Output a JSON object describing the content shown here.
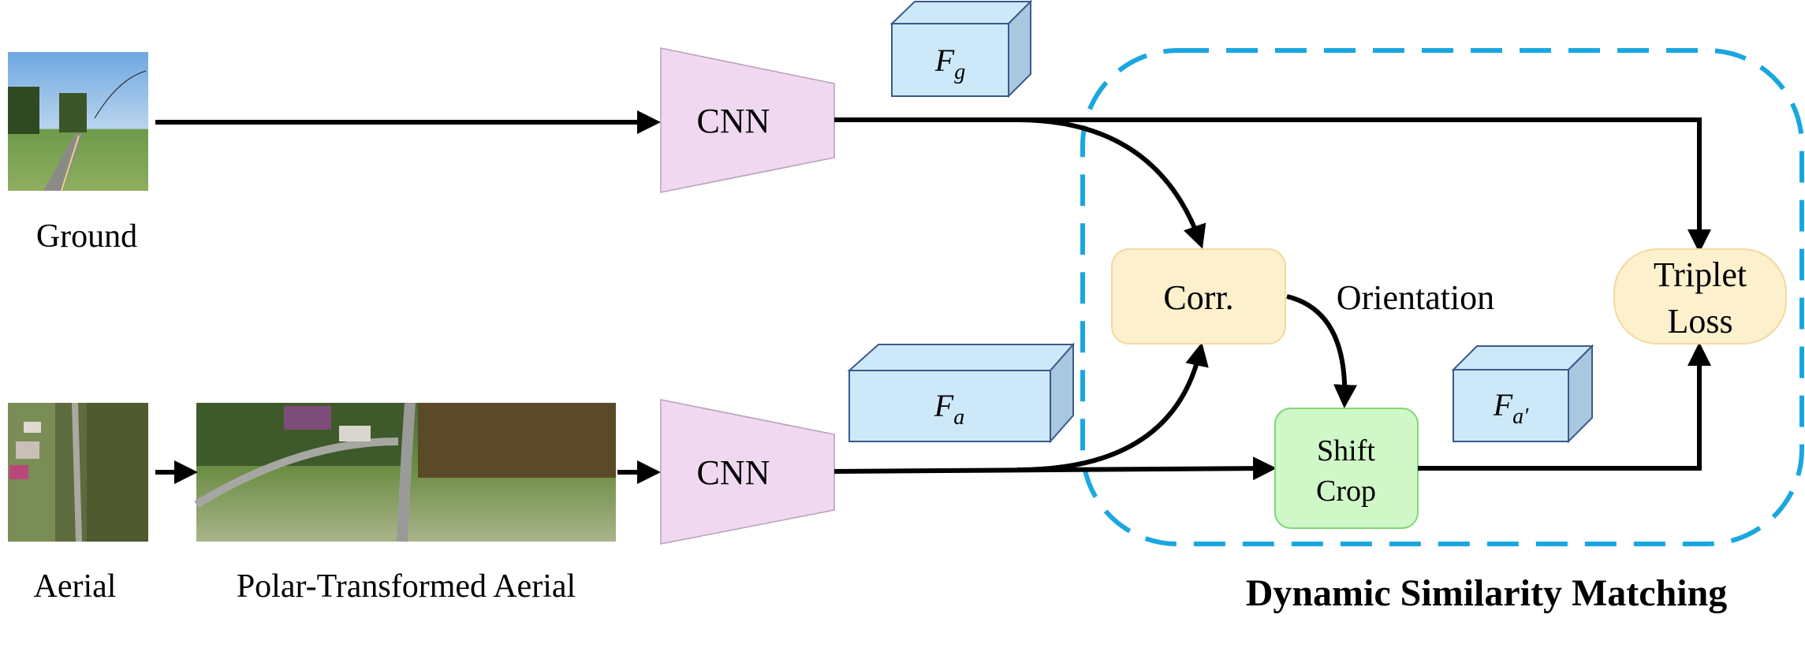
{
  "inputs": {
    "ground_label": "Ground",
    "aerial_label": "Aerial",
    "polar_label": "Polar-Transformed Aerial"
  },
  "encoders": {
    "top_label": "CNN",
    "bottom_label": "CNN",
    "fill": "#f0d8f0",
    "stroke": "#b8a0b8"
  },
  "features": {
    "ground": {
      "base": "F",
      "sub": "g"
    },
    "aerial": {
      "base": "F",
      "sub": "a"
    },
    "aerial_shifted": {
      "base": "F",
      "sub": "a′"
    },
    "fill": "#cde8f8",
    "side_fill": "#a9c8e0",
    "stroke": "#3a5a8a"
  },
  "matching": {
    "corr_label": "Corr.",
    "orientation_label": "Orientation",
    "shift_crop_line1": "Shift",
    "shift_crop_line2": "Crop",
    "triplet_line1": "Triplet",
    "triplet_line2": "Loss",
    "module_title": "Dynamic Similarity Matching",
    "dash_color": "#1aa7e0",
    "corr_fill": "#fdf0cc",
    "corr_stroke": "#f3d9a0",
    "shift_fill": "#cff7c8",
    "shift_stroke": "#7ed878",
    "triplet_fill": "#fdf0cc",
    "triplet_stroke": "#f3d9a0"
  }
}
